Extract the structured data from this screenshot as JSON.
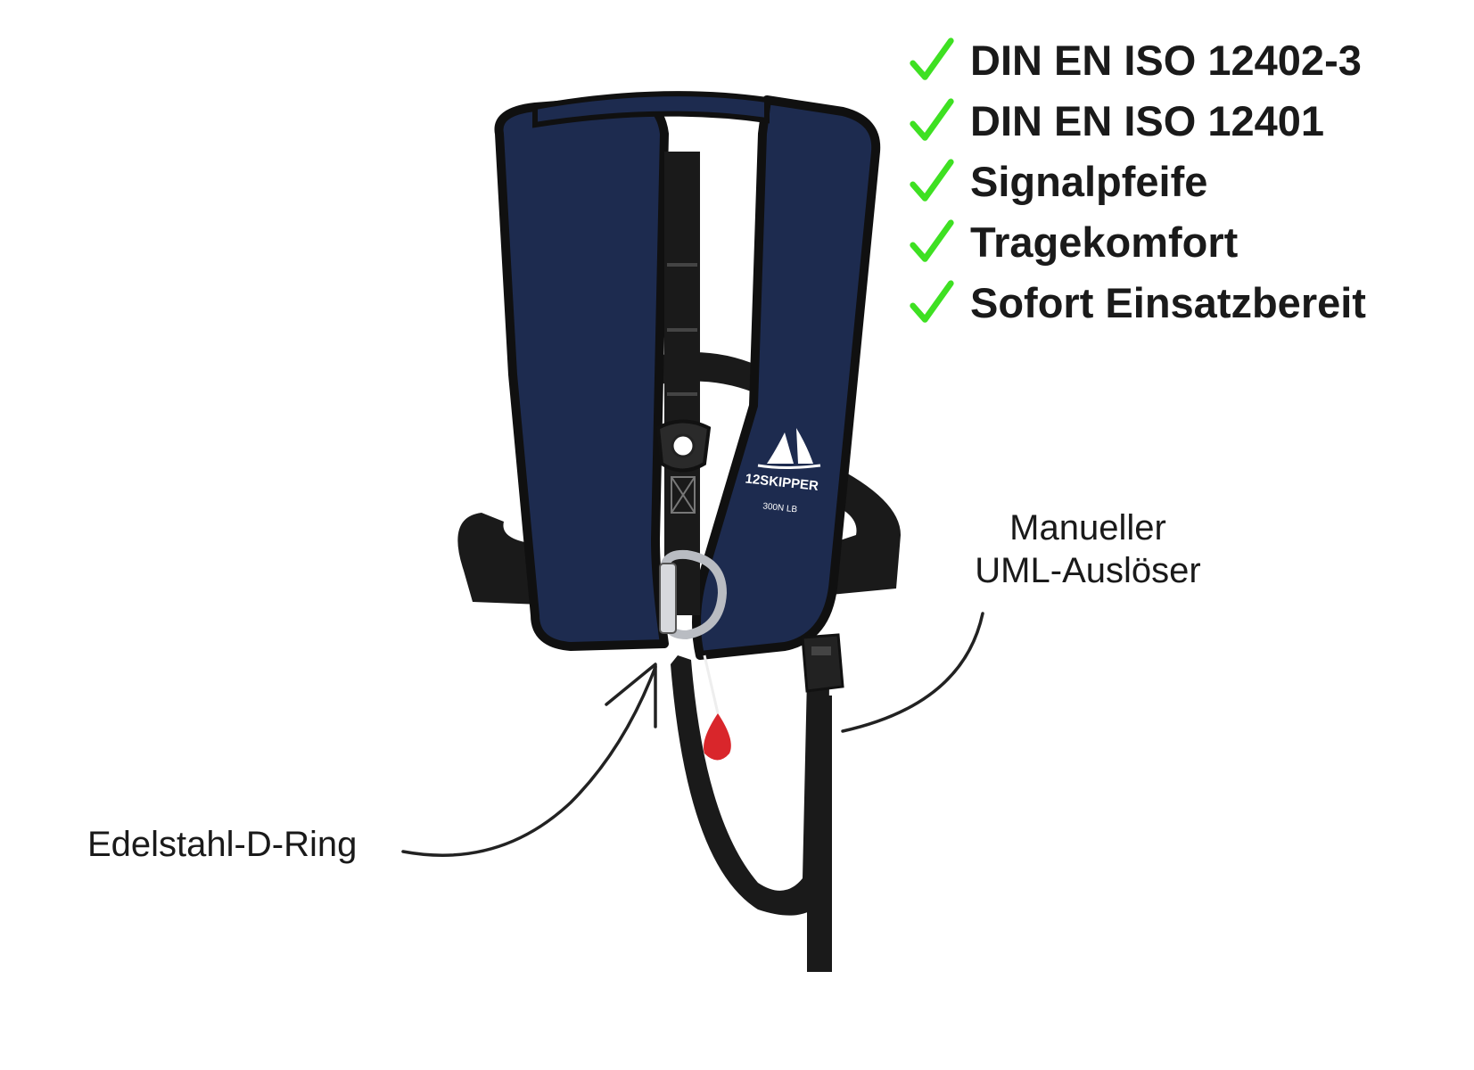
{
  "features": [
    {
      "label": "DIN EN ISO 12402-3",
      "icon": "checkmark-icon"
    },
    {
      "label": "DIN EN ISO 12401",
      "icon": "checkmark-icon"
    },
    {
      "label": "Signalpfeife",
      "icon": "checkmark-icon"
    },
    {
      "label": "Tragekomfort",
      "icon": "checkmark-icon"
    },
    {
      "label": "Sofort Einsatzbereit",
      "icon": "checkmark-icon"
    }
  ],
  "callouts": {
    "manual_release_line1": "Manueller",
    "manual_release_line2": "UML-Auslöser",
    "d_ring": "Edelstahl-D-Ring"
  },
  "product": {
    "brand_logo_text": "12SKIPPER",
    "rating_text": "300N LB"
  },
  "colors": {
    "check_green": "#3ee022",
    "vest_navy": "#1d2b4f",
    "webbing_black": "#1a1a1a",
    "toggle_red": "#d9262b",
    "text_dark": "#1a1a1a"
  }
}
